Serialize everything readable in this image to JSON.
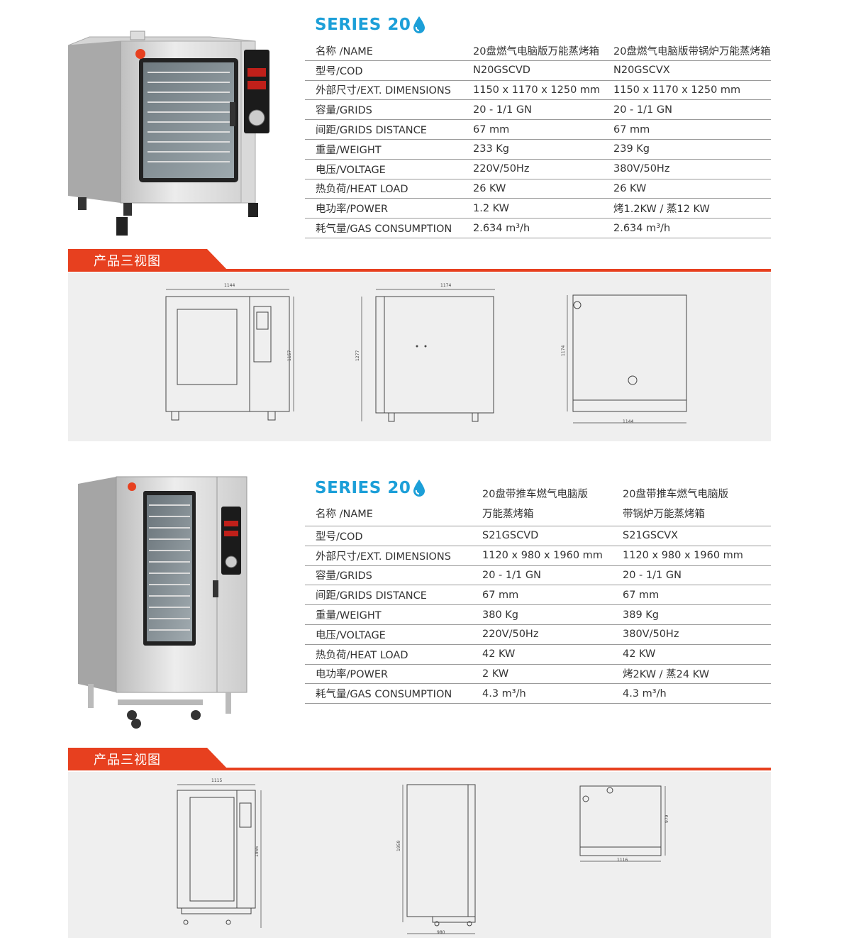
{
  "products": [
    {
      "series": "SERIES 20",
      "header": {
        "label": "名称 /NAME",
        "col1": "20盘燃气电脑版万能蒸烤箱",
        "col2": "20盘燃气电脑版带锅炉万能蒸烤箱"
      },
      "rows": [
        {
          "label": "型号/COD",
          "v1": "N20GSCVD",
          "v2": "N20GSCVX"
        },
        {
          "label": "外部尺寸/EXT. DIMENSIONS",
          "v1": "1150 x 1170 x 1250 mm",
          "v2": "1150 x 1170 x 1250 mm"
        },
        {
          "label": "容量/GRIDS",
          "v1": "20 - 1/1 GN",
          "v2": "20 - 1/1 GN"
        },
        {
          "label": "间距/GRIDS DISTANCE",
          "v1": "67 mm",
          "v2": "67 mm"
        },
        {
          "label": "重量/WEIGHT",
          "v1": "233 Kg",
          "v2": "239 Kg"
        },
        {
          "label": "电压/VOLTAGE",
          "v1": "220V/50Hz",
          "v2": "380V/50Hz"
        },
        {
          "label": "热负荷/HEAT  LOAD",
          "v1": "26 KW",
          "v2": "26 KW"
        },
        {
          "label": "电功率/POWER",
          "v1": "1.2 KW",
          "v2": "烤1.2KW  /  蒸12 KW"
        },
        {
          "label": "耗气量/GAS CONSUMPTION",
          "v1": "2.634 m³/h",
          "v2": "2.634 m³/h"
        }
      ],
      "banner": "产品三视图",
      "dims": {
        "front_w": "1144",
        "front_h": "1157",
        "side_w": "1174",
        "side_h": "1277",
        "top_d": "1174",
        "top_w": "1144"
      }
    },
    {
      "series": "SERIES 20",
      "header": {
        "label": "名称 /NAME",
        "col1a": "20盘带推车燃气电脑版",
        "col1b": "万能蒸烤箱",
        "col2a": "20盘带推车燃气电脑版",
        "col2b": "带锅炉万能蒸烤箱"
      },
      "rows": [
        {
          "label": "型号/COD",
          "v1": "S21GSCVD",
          "v2": "S21GSCVX"
        },
        {
          "label": "外部尺寸/EXT. DIMENSIONS",
          "v1": "1120 x 980 x 1960 mm",
          "v2": "1120 x 980 x 1960 mm"
        },
        {
          "label": "容量/GRIDS",
          "v1": "20 - 1/1 GN",
          "v2": "20 - 1/1 GN"
        },
        {
          "label": "间距/GRIDS DISTANCE",
          "v1": "67 mm",
          "v2": "67 mm"
        },
        {
          "label": "重量/WEIGHT",
          "v1": "380 Kg",
          "v2": "389 Kg"
        },
        {
          "label": "电压/VOLTAGE",
          "v1": "220V/50Hz",
          "v2": "380V/50Hz"
        },
        {
          "label": "热负荷/HEAT  LOAD",
          "v1": "42 KW",
          "v2": "42 KW"
        },
        {
          "label": "电功率/POWER",
          "v1": "2 KW",
          "v2": "烤2KW  /  蒸24 KW"
        },
        {
          "label": "耗气量/GAS CONSUMPTION",
          "v1": "4.3 m³/h",
          "v2": "4.3 m³/h"
        }
      ],
      "banner": "产品三视图",
      "dims": {
        "front_w": "1115",
        "front_h": "1956",
        "side_d": "980",
        "side_h": "1959",
        "top_d": "979",
        "top_w": "1116"
      }
    }
  ],
  "colors": {
    "accent_red": "#e7401f",
    "series_blue": "#1c9fd8",
    "panel_gray": "#efefef"
  }
}
